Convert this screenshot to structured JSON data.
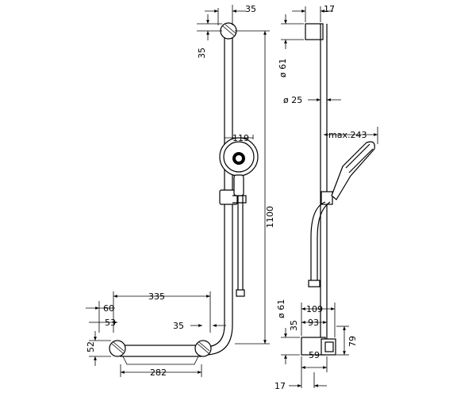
{
  "front_view": {
    "dimensions": {
      "top_offset": "35",
      "top_gap": "35",
      "shower_head_width": "119",
      "height": "1100",
      "bar_length": "335",
      "outer_60": "60",
      "outer_53": "53",
      "connector_35": "35",
      "wall_52": "52",
      "shelf_width": "282"
    }
  },
  "side_view": {
    "dimensions": {
      "top_17": "17",
      "diameter_61_top": "ø 61",
      "diameter_25": "ø 25",
      "max_243": "max.243",
      "diameter_61_bottom": "ø 61",
      "gap_35": "35",
      "depth_109": "109",
      "depth_93": "93",
      "height_79": "79",
      "bottom_17": "17",
      "depth_59": "59"
    }
  }
}
